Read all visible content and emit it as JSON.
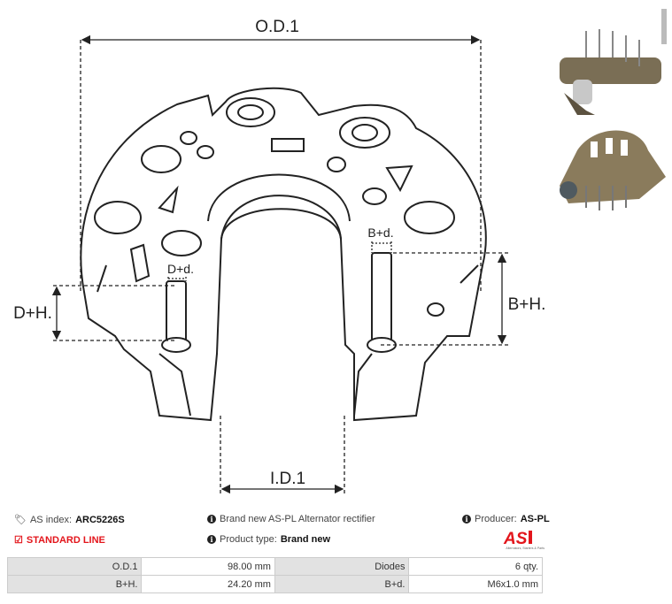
{
  "dimensions": {
    "od1": "O.D.1",
    "id1": "I.D.1",
    "dh": "D+H.",
    "bh": "B+H.",
    "dd": "D+d.",
    "bd": "B+d."
  },
  "info": {
    "as_index_label": "AS index:",
    "as_index_value": "ARC5226S",
    "line": "STANDARD LINE",
    "description": "Brand new AS-PL Alternator rectifier",
    "product_type_label": "Product type:",
    "product_type_value": "Brand new",
    "producer_label": "Producer:",
    "producer_value": "AS-PL"
  },
  "logo": {
    "text": "AS",
    "tagline": "Alternators, Starters & Parts",
    "color": "#e3151b"
  },
  "specs": [
    {
      "k1": "O.D.1",
      "v1": "98.00 mm",
      "k2": "Diodes",
      "v2": "6 qty."
    },
    {
      "k1": "B+H.",
      "v1": "24.20 mm",
      "k2": "B+d.",
      "v2": "M6x1.0 mm"
    }
  ]
}
